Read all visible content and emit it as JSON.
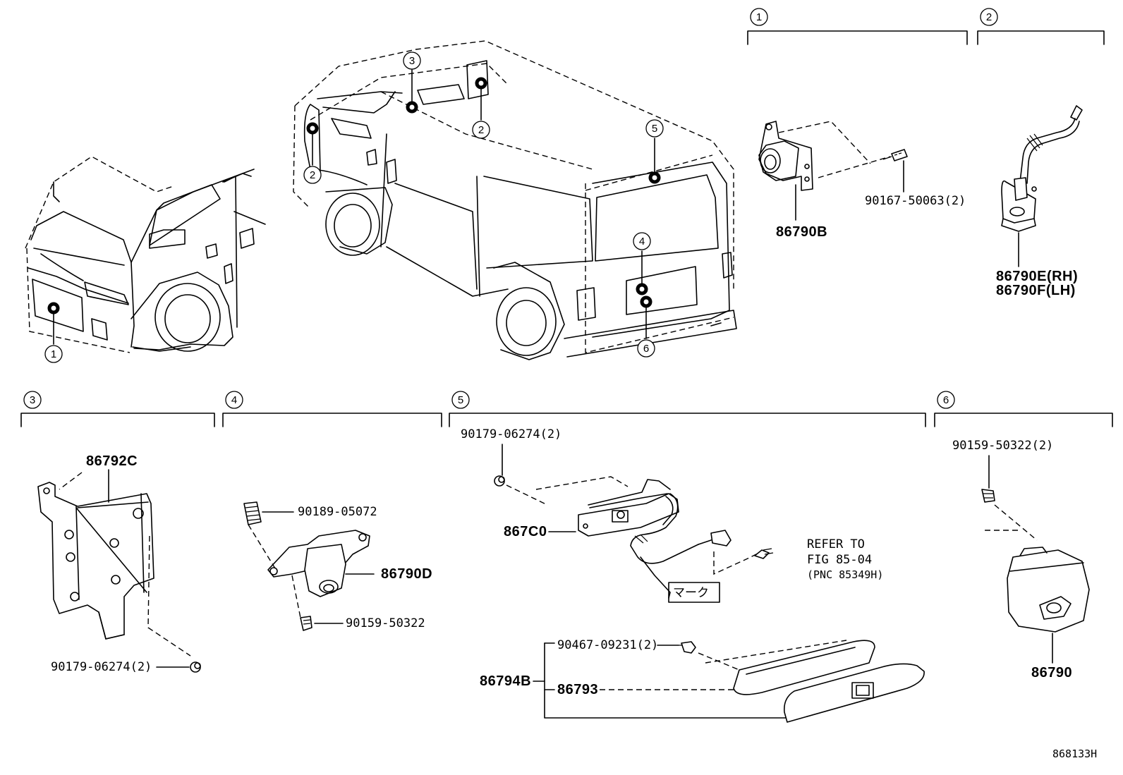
{
  "callout_numbers": [
    "1",
    "2",
    "3",
    "4",
    "5",
    "6"
  ],
  "parts": {
    "p86790B": "86790B",
    "p90167": "90167-50063(2)",
    "p86790E": "86790E(RH)",
    "p86790F": "86790F(LH)",
    "p86792C": "86792C",
    "p90179a": "90179-06274(2)",
    "p90189": "90189-05072",
    "p86790D": "86790D",
    "p90159a": "90159-50322",
    "p90179b": "90179-06274(2)",
    "p867C0": "867C0",
    "p90467": "90467-09231(2)",
    "p86794B": "86794B",
    "p86793": "86793",
    "p90159b": "90159-50322(2)",
    "p86790": "86790"
  },
  "reference": {
    "line1": "REFER TO",
    "line2": "FIG 85-04",
    "line3": "(PNC 85349H)"
  },
  "mark_label": "マーク",
  "figure_id": "868133H"
}
